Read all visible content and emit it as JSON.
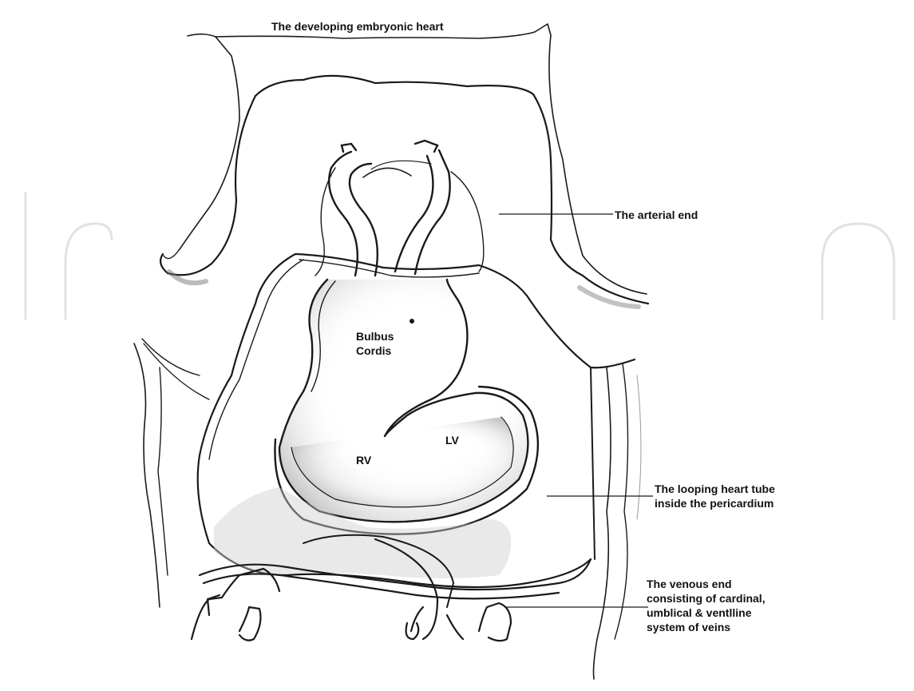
{
  "title": "The developing embryonic heart",
  "labels": {
    "arterial_end": "The arterial end",
    "looping_tube": "The looping heart tube\ninside the pericardium",
    "venous_end": "The venous end\nconsisting of cardinal,\numblical & ventlline\nsystem of veins",
    "bulbus_cordis": "Bulbus\nCordis",
    "lv": "LV",
    "rv": "RV"
  },
  "watermark": "IntechOpen"
}
